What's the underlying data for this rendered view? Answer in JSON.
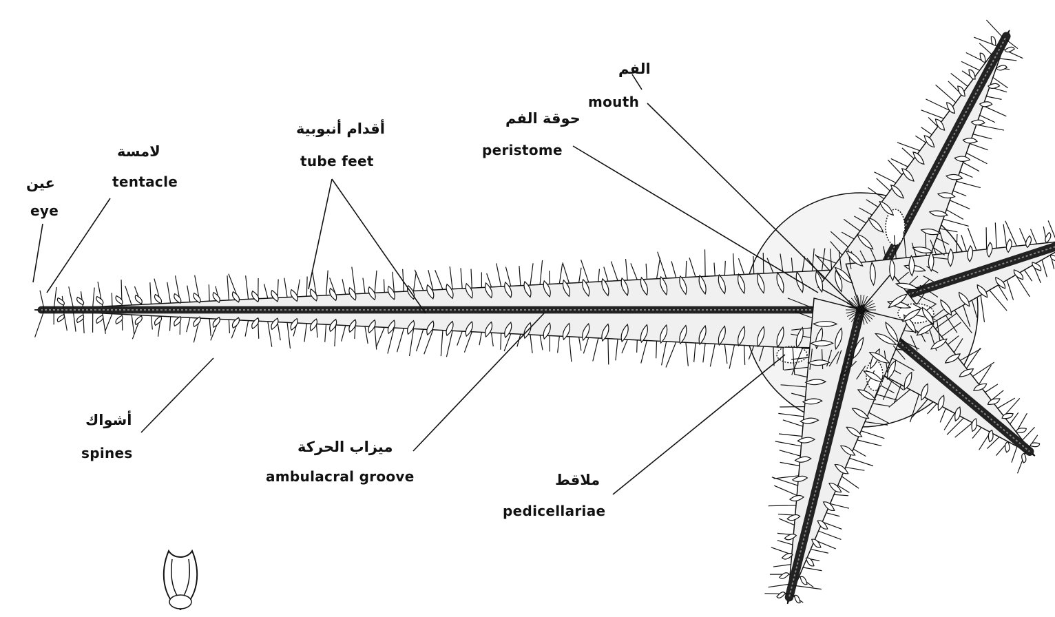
{
  "colors": {
    "ink": "#111111",
    "paper": "#ffffff",
    "shade": "#444444"
  },
  "labels": {
    "eye": {
      "ar": "عين",
      "en": "eye"
    },
    "tentacle": {
      "ar": "لامسة",
      "en": "tentacle"
    },
    "tube_feet": {
      "ar": "أقدام أنبوبية",
      "en": "tube feet"
    },
    "peristome": {
      "ar": "حوقة الفم",
      "en": "peristome"
    },
    "mouth": {
      "ar": "الفم",
      "en": "mouth"
    },
    "spines": {
      "ar": "أشواك",
      "en": "spines"
    },
    "ambulacral_groove": {
      "ar": "ميزاب الحركة",
      "en": "ambulacral groove"
    },
    "pedicellariae": {
      "ar": "ملاقط",
      "en": "pedicellariae"
    }
  }
}
